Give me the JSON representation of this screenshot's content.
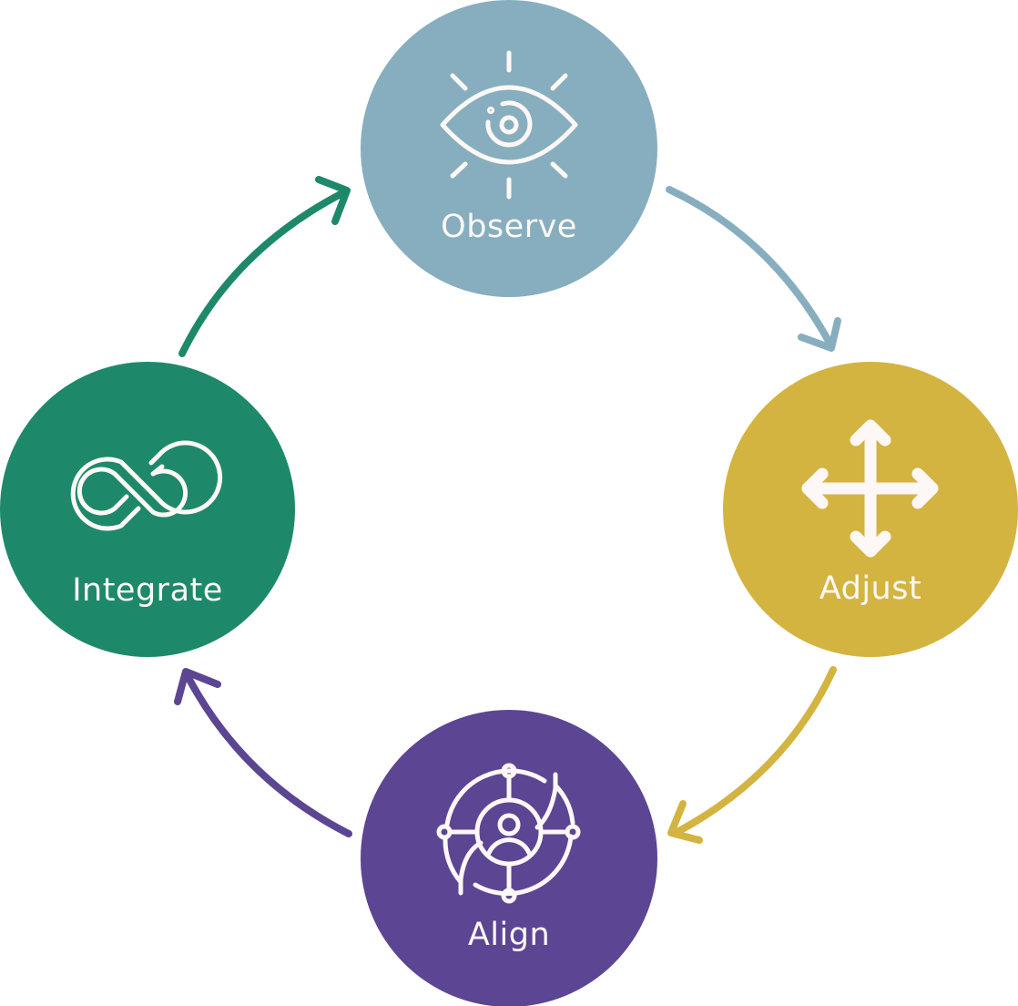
{
  "title": "Observe Adjust Align Integrate cycle",
  "colors": {
    "observe": "#87aebf",
    "adjust": "#d3b441",
    "align": "#5c4593",
    "integrate": "#1e896a",
    "icon_and_text": "#fdf8f5",
    "background": "#ffffff"
  },
  "stages": [
    {
      "id": "observe",
      "label": "Observe",
      "icon": "eye-icon",
      "color": "#87aebf"
    },
    {
      "id": "adjust",
      "label": "Adjust",
      "icon": "four-way-arrows-icon",
      "color": "#d3b441"
    },
    {
      "id": "align",
      "label": "Align",
      "icon": "network-person-icon",
      "color": "#5c4593"
    },
    {
      "id": "integrate",
      "label": "Integrate",
      "icon": "infinity-icon",
      "color": "#1e896a"
    }
  ],
  "flow": [
    {
      "from": "observe",
      "to": "adjust",
      "color": "#87aebf"
    },
    {
      "from": "adjust",
      "to": "align",
      "color": "#d3b441"
    },
    {
      "from": "align",
      "to": "integrate",
      "color": "#5c4593"
    },
    {
      "from": "integrate",
      "to": "observe",
      "color": "#1e896a"
    }
  ]
}
